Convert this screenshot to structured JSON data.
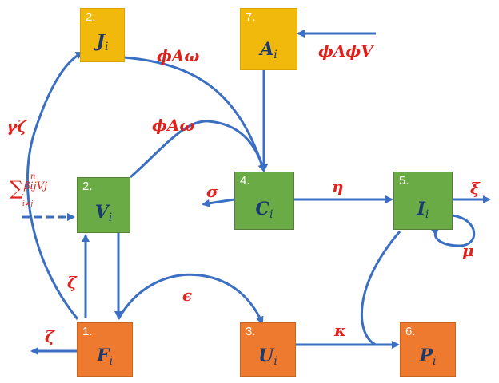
{
  "nodes": {
    "J": {
      "num": "2.",
      "label": "J",
      "sub": "i"
    },
    "A": {
      "num": "7.",
      "label": "A",
      "sub": "i"
    },
    "V": {
      "num": "2.",
      "label": "V",
      "sub": "i"
    },
    "C": {
      "num": "4.",
      "label": "C",
      "sub": "i"
    },
    "I": {
      "num": "5.",
      "label": "I",
      "sub": "i"
    },
    "F": {
      "num": "1.",
      "label": "F",
      "sub": "i"
    },
    "U": {
      "num": "3.",
      "label": "U",
      "sub": "i"
    },
    "P": {
      "num": "6.",
      "label": "P",
      "sub": "i"
    }
  },
  "rates": {
    "gamma_zeta": "γζ",
    "phiA_omega_top": "ϕAω",
    "phiA_omega_mid": "ϕAω",
    "phiA_phiV": "ϕAϕV",
    "sigma": "σ",
    "eta": "η",
    "xi": "ξ",
    "mu": "μ",
    "zeta_up": "ζ",
    "zeta_out": "ζ",
    "epsilon": "ϵ",
    "kappa": "κ"
  },
  "sum_term": {
    "upper": "n",
    "lower": "i≠j",
    "symbol": "∑",
    "body": "βijVj"
  },
  "colors": {
    "arrow": "#3a6fc4",
    "rate": "#e0201b",
    "yellow": "#f2b90d",
    "green": "#6aab46",
    "orange": "#ee7a30"
  }
}
